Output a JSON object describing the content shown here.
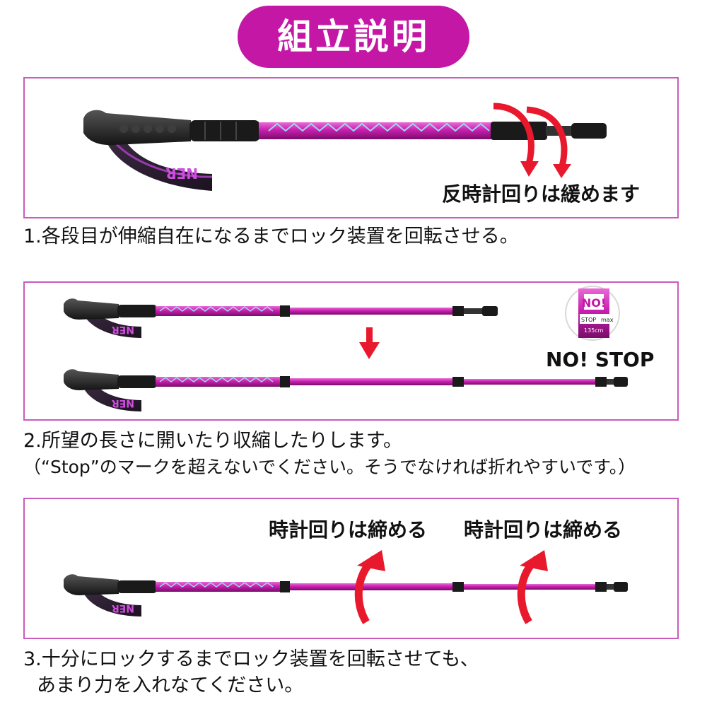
{
  "title": "組立説明",
  "step1": {
    "callout": "反時計回りは緩めます",
    "caption": "1.各段目が伸縮自在になるまでロック装置を回転させる。"
  },
  "step2": {
    "badge_top": "NO!",
    "badge_stop": "STOP",
    "badge_max": "max",
    "badge_length": "135cm",
    "callout": "NO! STOP",
    "caption_line1": "2.所望の長さに開いたり収縮したりします。",
    "caption_line2": "（“Stop”のマークを超えないでください。そうでなければ折れやすいです。）"
  },
  "step3": {
    "callout_left": "時計回りは締める",
    "callout_right": "時計回りは締める",
    "caption_line1": "3.十分にロックするまでロック装置を回転させても、",
    "caption_line2": "あまり力を入れなてください。"
  },
  "strap_text": "NER",
  "colors": {
    "accent": "#c417a6",
    "panel_border": "#c95bbd",
    "pole": "#c81fb0",
    "arrow": "#e8192c",
    "grip": "#2a2a2a"
  }
}
